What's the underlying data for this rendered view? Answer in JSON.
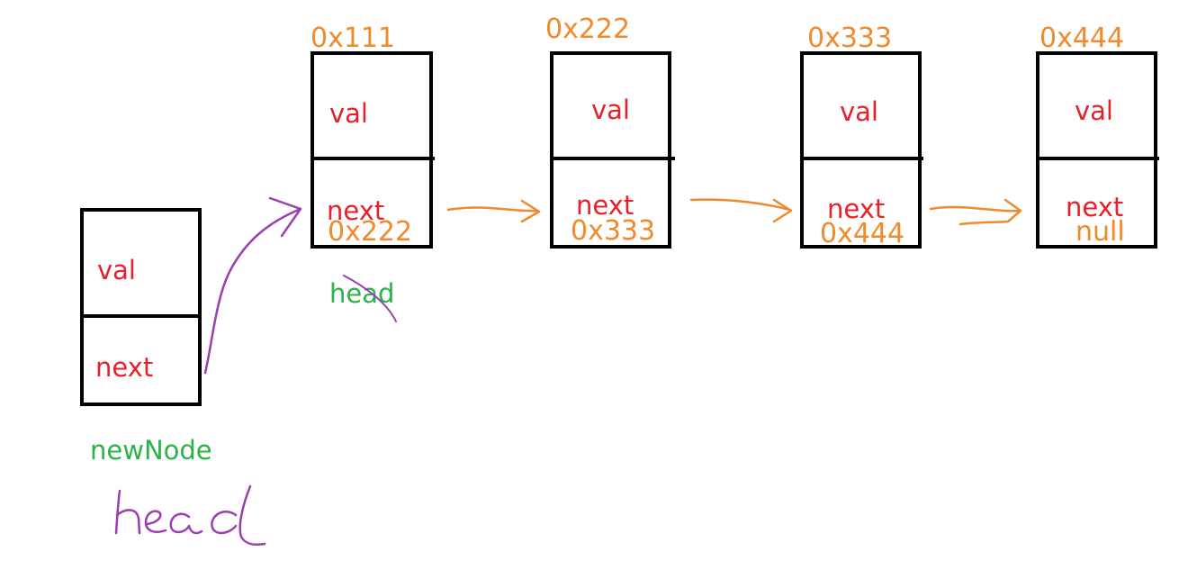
{
  "new_node": {
    "val_label": "val",
    "next_label": "next",
    "name": "newNode",
    "handwritten": "head"
  },
  "nodes": [
    {
      "address": "0x111",
      "val_label": "val",
      "next_label": "next",
      "next_value": "0x222",
      "label": "head"
    },
    {
      "address": "0x222",
      "val_label": "val",
      "next_label": "next",
      "next_value": "0x333"
    },
    {
      "address": "0x333",
      "val_label": "val",
      "next_label": "next",
      "next_value": "0x444"
    },
    {
      "address": "0x444",
      "val_label": "val",
      "next_label": "next",
      "next_value": "null"
    }
  ],
  "colors": {
    "field_text": "#e8202a",
    "address_text": "#f08a2c",
    "name_text": "#2bb34a",
    "pointer_arrow": "#f08a2c",
    "new_link": "#9b3fb0"
  }
}
